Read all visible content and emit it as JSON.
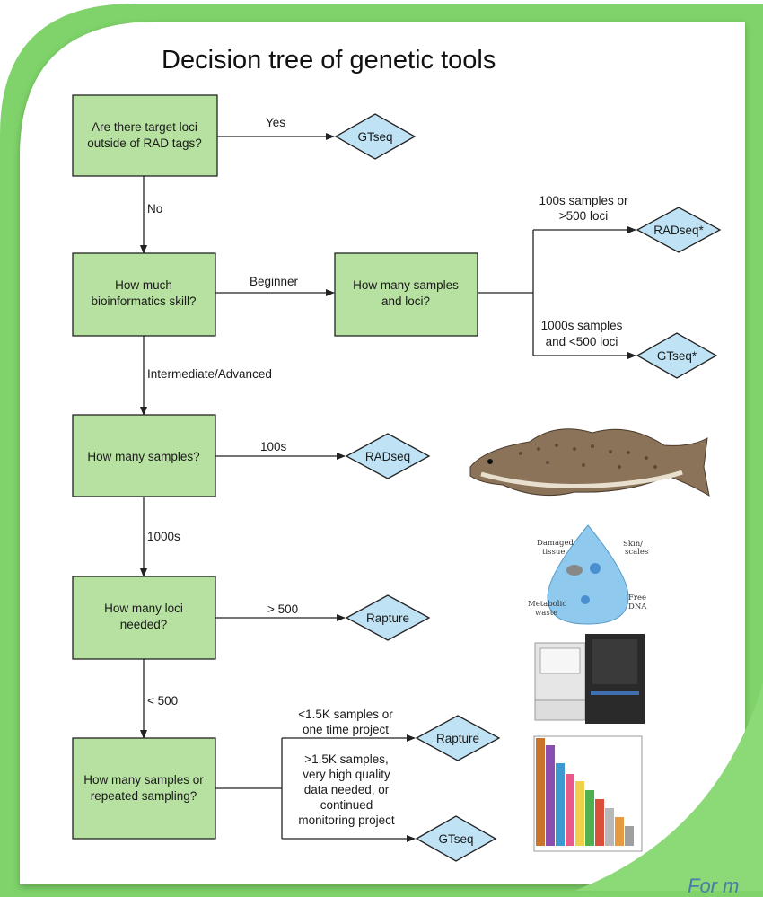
{
  "title": "Decision tree of genetic tools",
  "colors": {
    "frame_green": "#7fd36a",
    "question_fill": "#b7e1a1",
    "question_stroke": "#222222",
    "answer_fill": "#bfe3f5",
    "answer_stroke": "#222222"
  },
  "questions": {
    "q1": [
      "Are there target loci",
      "outside of RAD tags?"
    ],
    "q2": [
      "How much",
      "bioinformatics skill?"
    ],
    "q3": [
      "How many samples",
      "and loci?"
    ],
    "q4": [
      "How many samples?"
    ],
    "q5": [
      "How many loci",
      "needed?"
    ],
    "q6": [
      "How many samples or",
      "repeated sampling?"
    ]
  },
  "answers": {
    "a1": "GTseq",
    "a2": "RADseq*",
    "a3": "GTseq*",
    "a4": "RADseq",
    "a5": "Rapture",
    "a6": "Rapture",
    "a7": "GTseq"
  },
  "edge_labels": {
    "yes": "Yes",
    "no": "No",
    "beginner": "Beginner",
    "hundreds_samples": [
      "100s samples or",
      ">500  loci"
    ],
    "thousands_samples": [
      "1000s samples",
      "and <500  loci"
    ],
    "intermediate": "Intermediate/Advanced",
    "s100": "100s",
    "s1000": "1000s",
    "gt500": "> 500",
    "lt500": "< 500",
    "lt15k": [
      "<1.5K samples or",
      "one time project"
    ],
    "gt15k": [
      ">1.5K samples,",
      "very high quality",
      "data needed, or",
      "continued",
      "monitoring project"
    ]
  },
  "illustrations": {
    "drop_labels": {
      "damaged": [
        "Damaged",
        "tissue"
      ],
      "skin": [
        "Skin/",
        "scales"
      ],
      "metabolic": [
        "Metabolic",
        "waste"
      ],
      "free": [
        "Free",
        "DNA"
      ]
    }
  },
  "footer_text": "For m"
}
